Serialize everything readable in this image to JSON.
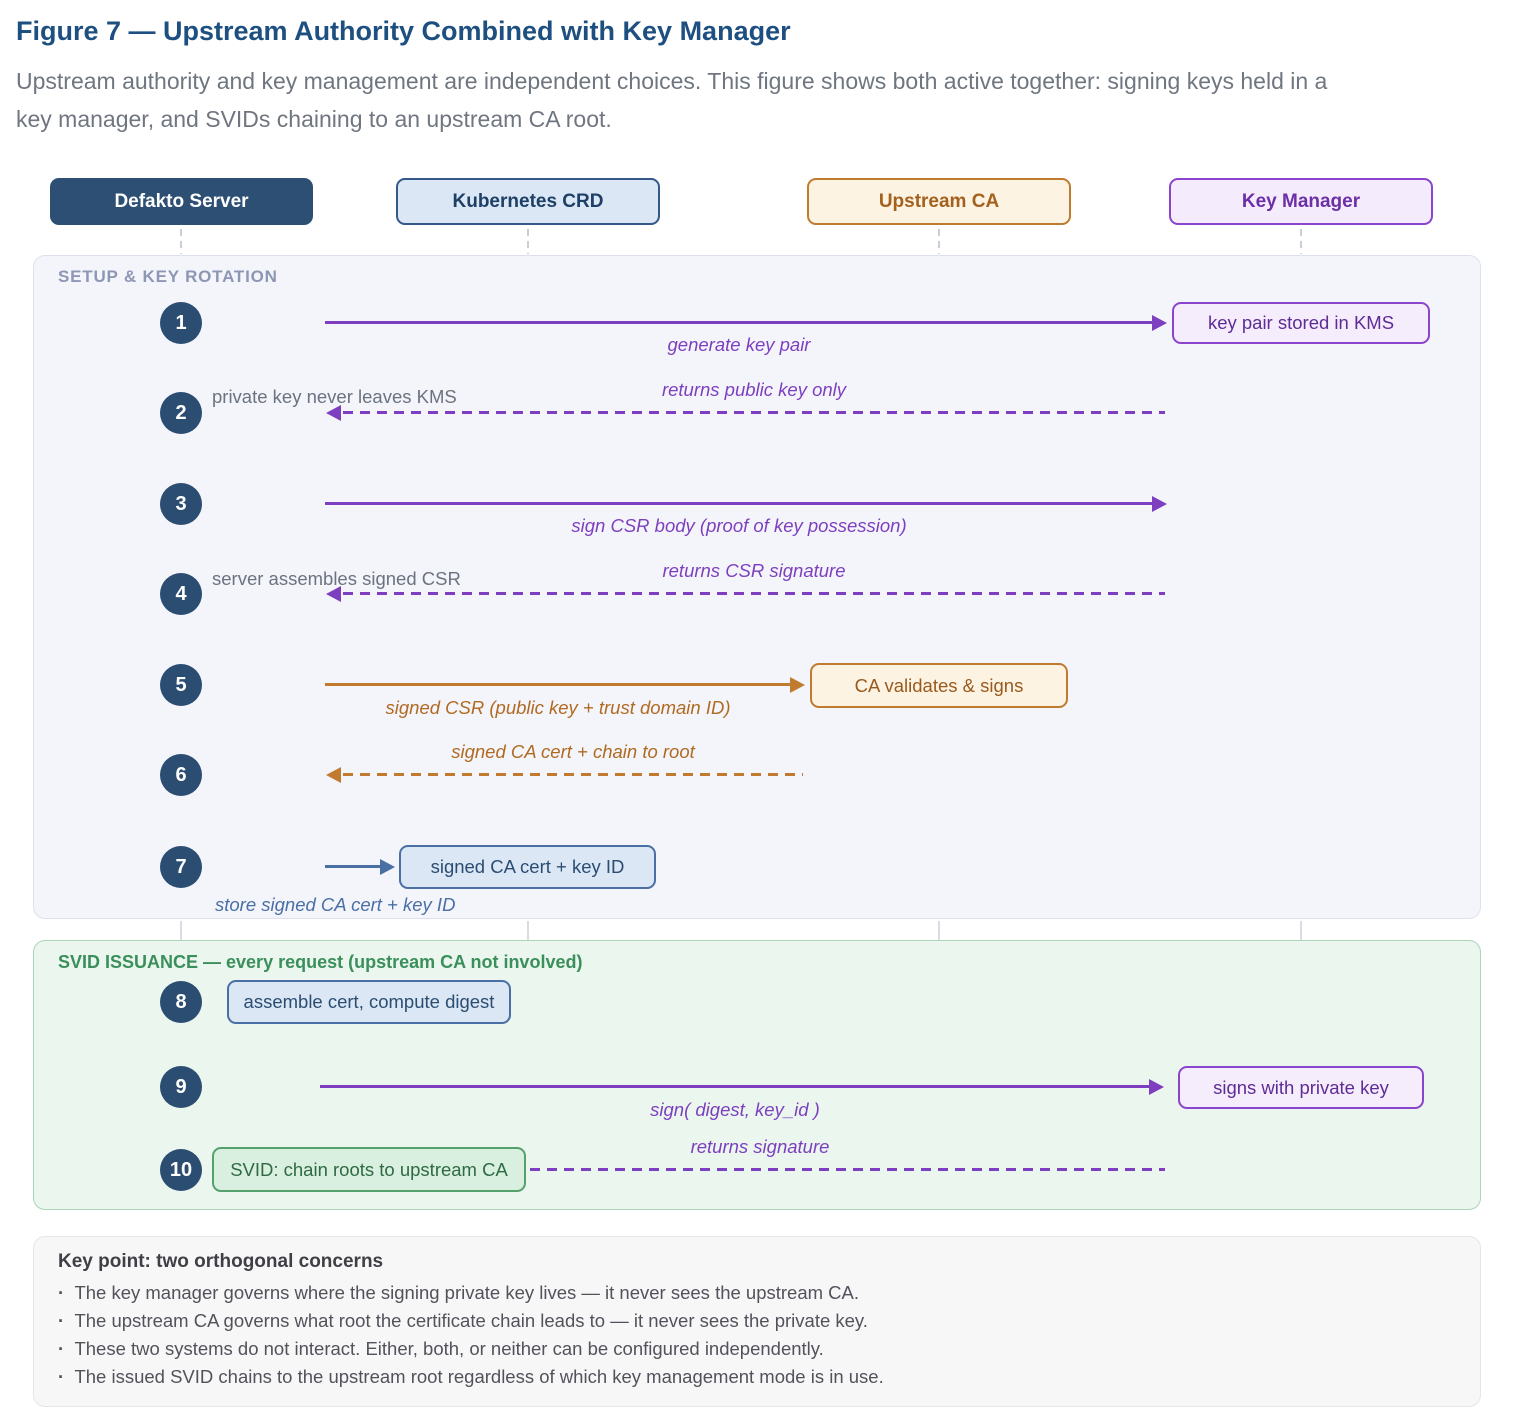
{
  "figure": {
    "title": "Figure 7 — Upstream Authority Combined with Key Manager",
    "subtitle_line1": "Upstream authority and key management are independent choices. This figure shows both active together: signing keys held in a",
    "subtitle_line2": "key manager, and SVIDs chaining to an upstream CA root."
  },
  "actors": [
    {
      "label": "Defakto Server"
    },
    {
      "label": "Kubernetes CRD"
    },
    {
      "label": "Upstream CA"
    },
    {
      "label": "Key Manager"
    }
  ],
  "sections": {
    "setup": {
      "header": "SETUP & KEY ROTATION"
    },
    "svid": {
      "header": "SVID ISSUANCE — every request (upstream CA not involved)"
    }
  },
  "steps": {
    "s1": {
      "num": "1",
      "message": "generate key pair",
      "node": "key pair stored in KMS"
    },
    "s2": {
      "num": "2",
      "message": "returns public key only",
      "note": "private key never leaves KMS"
    },
    "s3": {
      "num": "3",
      "message": "sign CSR body (proof of key possession)"
    },
    "s4": {
      "num": "4",
      "message": "returns CSR signature",
      "note": "server assembles signed CSR"
    },
    "s5": {
      "num": "5",
      "message": "signed CSR (public key + trust domain ID)",
      "node": "CA validates & signs"
    },
    "s6": {
      "num": "6",
      "message": "signed CA cert + chain to root"
    },
    "s7": {
      "num": "7",
      "message": "store signed CA cert + key ID",
      "node": "signed CA cert + key ID"
    },
    "s8": {
      "num": "8",
      "node": "assemble cert, compute digest"
    },
    "s9": {
      "num": "9",
      "message": "sign( digest, key_id )",
      "node": "signs with private key"
    },
    "s10": {
      "num": "10",
      "message": "returns signature",
      "node": "SVID: chain roots to upstream CA"
    }
  },
  "keypoint": {
    "title": "Key point: two orthogonal concerns",
    "bullets": [
      "The key manager governs where the signing private key lives — it never sees the upstream CA.",
      "The upstream CA governs what root the certificate chain leads to — it never sees the private key.",
      "These two systems do not interact. Either, both, or neither can be configured independently.",
      "The issued SVID chains to the upstream root regardless of which key management mode is in use."
    ]
  },
  "colors": {
    "title_blue": "#1d5080",
    "navy": "#2d4f74",
    "blue_border": "#4a6fa5",
    "blue_fill": "#dbe7f5",
    "purple": "#7d3fbf",
    "purple_border": "#8b44cc",
    "purple_fill": "#f5edfc",
    "orange": "#c07b2f",
    "orange_fill": "#fdf3e2",
    "green": "#3a8f5b",
    "green_fill": "#d9efdf",
    "setup_panel_fill": "#f4f5fa",
    "svid_panel_fill": "#eaf6ee",
    "note_gray": "#6b7280"
  }
}
